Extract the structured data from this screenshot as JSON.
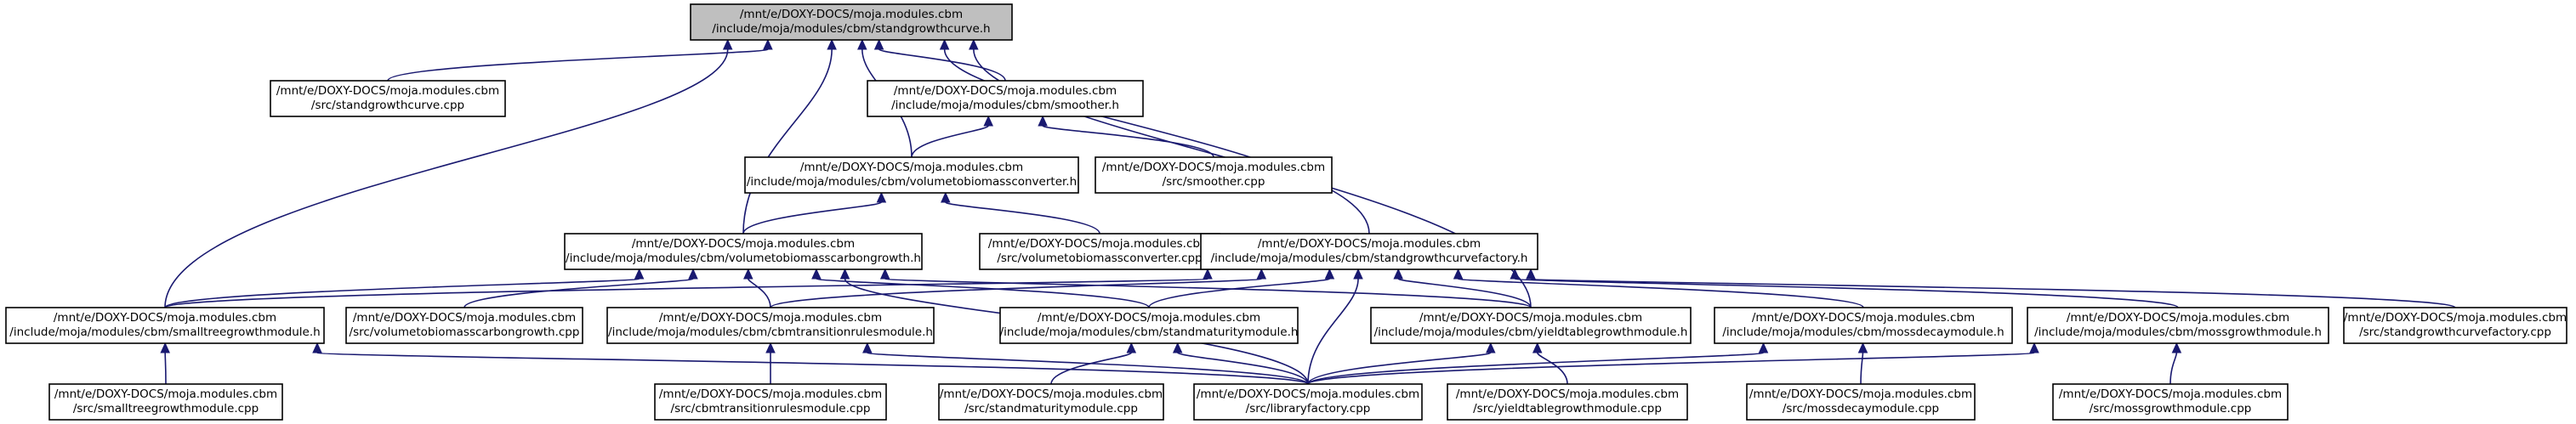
{
  "diagram": {
    "colors": {
      "edge": "#191970",
      "node_border": "#000000",
      "root_fill": "#bfbfbf",
      "node_fill": "#ffffff"
    },
    "nodes": [
      {
        "id": "sgc_h",
        "lines": [
          "/mnt/e/DOXY-DOCS/moja.modules.cbm",
          "/include/moja/modules/cbm/standgrowthcurve.h"
        ],
        "root": true
      },
      {
        "id": "sgc_cpp",
        "lines": [
          "/mnt/e/DOXY-DOCS/moja.modules.cbm",
          "/src/standgrowthcurve.cpp"
        ]
      },
      {
        "id": "smoother_h",
        "lines": [
          "/mnt/e/DOXY-DOCS/moja.modules.cbm",
          "/include/moja/modules/cbm/smoother.h"
        ]
      },
      {
        "id": "vbc_h",
        "lines": [
          "/mnt/e/DOXY-DOCS/moja.modules.cbm",
          "/include/moja/modules/cbm/volumetobiomassconverter.h"
        ]
      },
      {
        "id": "smoother_cpp",
        "lines": [
          "/mnt/e/DOXY-DOCS/moja.modules.cbm",
          "/src/smoother.cpp"
        ]
      },
      {
        "id": "vbcg_h",
        "lines": [
          "/mnt/e/DOXY-DOCS/moja.modules.cbm",
          "/include/moja/modules/cbm/volumetobiomasscarbongrowth.h"
        ]
      },
      {
        "id": "vbc_cpp",
        "lines": [
          "/mnt/e/DOXY-DOCS/moja.modules.cbm",
          "/src/volumetobiomassconverter.cpp"
        ]
      },
      {
        "id": "sgcf_h",
        "lines": [
          "/mnt/e/DOXY-DOCS/moja.modules.cbm",
          "/include/moja/modules/cbm/standgrowthcurvefactory.h"
        ]
      },
      {
        "id": "stg_h",
        "lines": [
          "/mnt/e/DOXY-DOCS/moja.modules.cbm",
          "/include/moja/modules/cbm/smalltreegrowthmodule.h"
        ]
      },
      {
        "id": "vbcg_cpp",
        "lines": [
          "/mnt/e/DOXY-DOCS/moja.modules.cbm",
          "/src/volumetobiomasscarbongrowth.cpp"
        ]
      },
      {
        "id": "ctr_h",
        "lines": [
          "/mnt/e/DOXY-DOCS/moja.modules.cbm",
          "/include/moja/modules/cbm/cbmtransitionrulesmodule.h"
        ]
      },
      {
        "id": "sm_h",
        "lines": [
          "/mnt/e/DOXY-DOCS/moja.modules.cbm",
          "/include/moja/modules/cbm/standmaturitymodule.h"
        ]
      },
      {
        "id": "ytg_h",
        "lines": [
          "/mnt/e/DOXY-DOCS/moja.modules.cbm",
          "/include/moja/modules/cbm/yieldtablegrowthmodule.h"
        ]
      },
      {
        "id": "md_h",
        "lines": [
          "/mnt/e/DOXY-DOCS/moja.modules.cbm",
          "/include/moja/modules/cbm/mossdecaymodule.h"
        ]
      },
      {
        "id": "mg_h",
        "lines": [
          "/mnt/e/DOXY-DOCS/moja.modules.cbm",
          "/include/moja/modules/cbm/mossgrowthmodule.h"
        ]
      },
      {
        "id": "sgcf_cpp",
        "lines": [
          "/mnt/e/DOXY-DOCS/moja.modules.cbm",
          "/src/standgrowthcurvefactory.cpp"
        ]
      },
      {
        "id": "stg_cpp",
        "lines": [
          "/mnt/e/DOXY-DOCS/moja.modules.cbm",
          "/src/smalltreegrowthmodule.cpp"
        ]
      },
      {
        "id": "ctr_cpp",
        "lines": [
          "/mnt/e/DOXY-DOCS/moja.modules.cbm",
          "/src/cbmtransitionrulesmodule.cpp"
        ]
      },
      {
        "id": "sm_cpp",
        "lines": [
          "/mnt/e/DOXY-DOCS/moja.modules.cbm",
          "/src/standmaturitymodule.cpp"
        ]
      },
      {
        "id": "lf_cpp",
        "lines": [
          "/mnt/e/DOXY-DOCS/moja.modules.cbm",
          "/src/libraryfactory.cpp"
        ]
      },
      {
        "id": "ytg_cpp",
        "lines": [
          "/mnt/e/DOXY-DOCS/moja.modules.cbm",
          "/src/yieldtablegrowthmodule.cpp"
        ]
      },
      {
        "id": "md_cpp",
        "lines": [
          "/mnt/e/DOXY-DOCS/moja.modules.cbm",
          "/src/mossdecaymodule.cpp"
        ]
      },
      {
        "id": "mg_cpp",
        "lines": [
          "/mnt/e/DOXY-DOCS/moja.modules.cbm",
          "/src/mossgrowthmodule.cpp"
        ]
      }
    ],
    "edges": [
      {
        "from": "sgc_h",
        "to": "sgc_cpp"
      },
      {
        "from": "sgc_h",
        "to": "smoother_h"
      },
      {
        "from": "sgc_h",
        "to": "vbc_h"
      },
      {
        "from": "sgc_h",
        "to": "vbcg_h"
      },
      {
        "from": "sgc_h",
        "to": "sgcf_h"
      },
      {
        "from": "sgc_h",
        "to": "stg_h"
      },
      {
        "from": "sgc_h",
        "to": "ytg_h"
      },
      {
        "from": "smoother_h",
        "to": "vbc_h"
      },
      {
        "from": "smoother_h",
        "to": "smoother_cpp"
      },
      {
        "from": "vbc_h",
        "to": "vbcg_h"
      },
      {
        "from": "vbc_h",
        "to": "vbc_cpp"
      },
      {
        "from": "vbcg_h",
        "to": "stg_h"
      },
      {
        "from": "vbcg_h",
        "to": "vbcg_cpp"
      },
      {
        "from": "vbcg_h",
        "to": "ctr_h"
      },
      {
        "from": "vbcg_h",
        "to": "sm_h"
      },
      {
        "from": "vbcg_h",
        "to": "ytg_h"
      },
      {
        "from": "vbcg_h",
        "to": "lf_cpp"
      },
      {
        "from": "sgcf_h",
        "to": "stg_h"
      },
      {
        "from": "sgcf_h",
        "to": "ctr_h"
      },
      {
        "from": "sgcf_h",
        "to": "sm_h"
      },
      {
        "from": "sgcf_h",
        "to": "ytg_h"
      },
      {
        "from": "sgcf_h",
        "to": "md_h"
      },
      {
        "from": "sgcf_h",
        "to": "mg_h"
      },
      {
        "from": "sgcf_h",
        "to": "sgcf_cpp"
      },
      {
        "from": "sgcf_h",
        "to": "lf_cpp"
      },
      {
        "from": "stg_h",
        "to": "stg_cpp"
      },
      {
        "from": "stg_h",
        "to": "lf_cpp"
      },
      {
        "from": "ctr_h",
        "to": "ctr_cpp"
      },
      {
        "from": "ctr_h",
        "to": "lf_cpp"
      },
      {
        "from": "sm_h",
        "to": "sm_cpp"
      },
      {
        "from": "sm_h",
        "to": "lf_cpp"
      },
      {
        "from": "ytg_h",
        "to": "lf_cpp"
      },
      {
        "from": "ytg_h",
        "to": "ytg_cpp"
      },
      {
        "from": "md_h",
        "to": "lf_cpp"
      },
      {
        "from": "md_h",
        "to": "md_cpp"
      },
      {
        "from": "mg_h",
        "to": "lf_cpp"
      },
      {
        "from": "mg_h",
        "to": "mg_cpp"
      }
    ]
  }
}
